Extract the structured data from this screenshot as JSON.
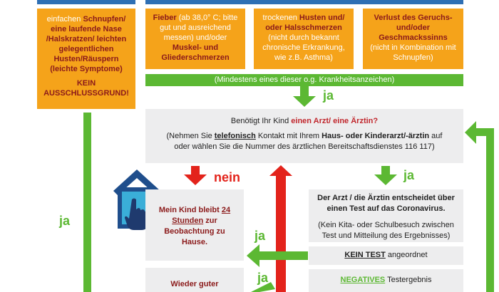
{
  "boxes": {
    "cold": {
      "a": "einfachen ",
      "b": "Schnupfen/ eine laufende Nase /Halskratzen/ leichten gelegentlichen Husten/Räuspern",
      "c": "(leichte Symptome)",
      "d": "KEIN AUSSCHLUSSGRUND!"
    },
    "fever": {
      "a": "Fieber",
      "b": " (ab 38,0° C; bitte gut und ausreichend messen)  und/oder ",
      "c": "Muskel- und Gliederschmerzen"
    },
    "cough": {
      "a": "trockenen ",
      "b": "Husten und/ oder Halsschmerzen",
      "c": "(nicht durch bekannt chronische Erkrankung, wie z.B. Asthma)"
    },
    "smell": {
      "a": "Verlust des Geruchs- und/oder Geschmackssinns",
      "b": "(nicht in Kombination mit Schnupfen)"
    }
  },
  "one_of": "(Mindestens eines dieser o.g. Krankheitsanzeichen)",
  "labels": {
    "ja": "ja",
    "nein": "nein"
  },
  "doctor": {
    "q1": "Benötigt Ihr Kind ",
    "q2": "einen Arzt/ eine Ärztin?",
    "p1": "(Nehmen Sie ",
    "p2": "telefonisch",
    "p3": " Kontakt mit Ihrem ",
    "p4": "Haus- oder Kinderarzt/-ärztin",
    "p5": " auf oder wählen Sie die Nummer des ärztlichen Bereitschaftsdienstes 116 117)"
  },
  "home": {
    "a": "Mein Kind bleibt ",
    "b": "24 Stunden",
    "c": " zur Beobachtung zu Hause."
  },
  "test": {
    "a": "Der Arzt / die Ärztin entscheidet über einen Test auf das Coronavirus.",
    "b": "(Kein Kita- oder Schulbesuch zwischen Test und Mitteilung des Ergebnisses)"
  },
  "no_test": {
    "a": "KEIN TEST",
    "b": " angeordnet"
  },
  "negative": {
    "a": "NEGATIVES",
    "b": " Testergebnis"
  },
  "better": "Wieder guter",
  "colors": {
    "orange": "#f5a31a",
    "green": "#5cb833",
    "red": "#e3231b",
    "blue": "#2e6fb4",
    "grey": "#ededee",
    "darkred": "#8b1a1a"
  }
}
